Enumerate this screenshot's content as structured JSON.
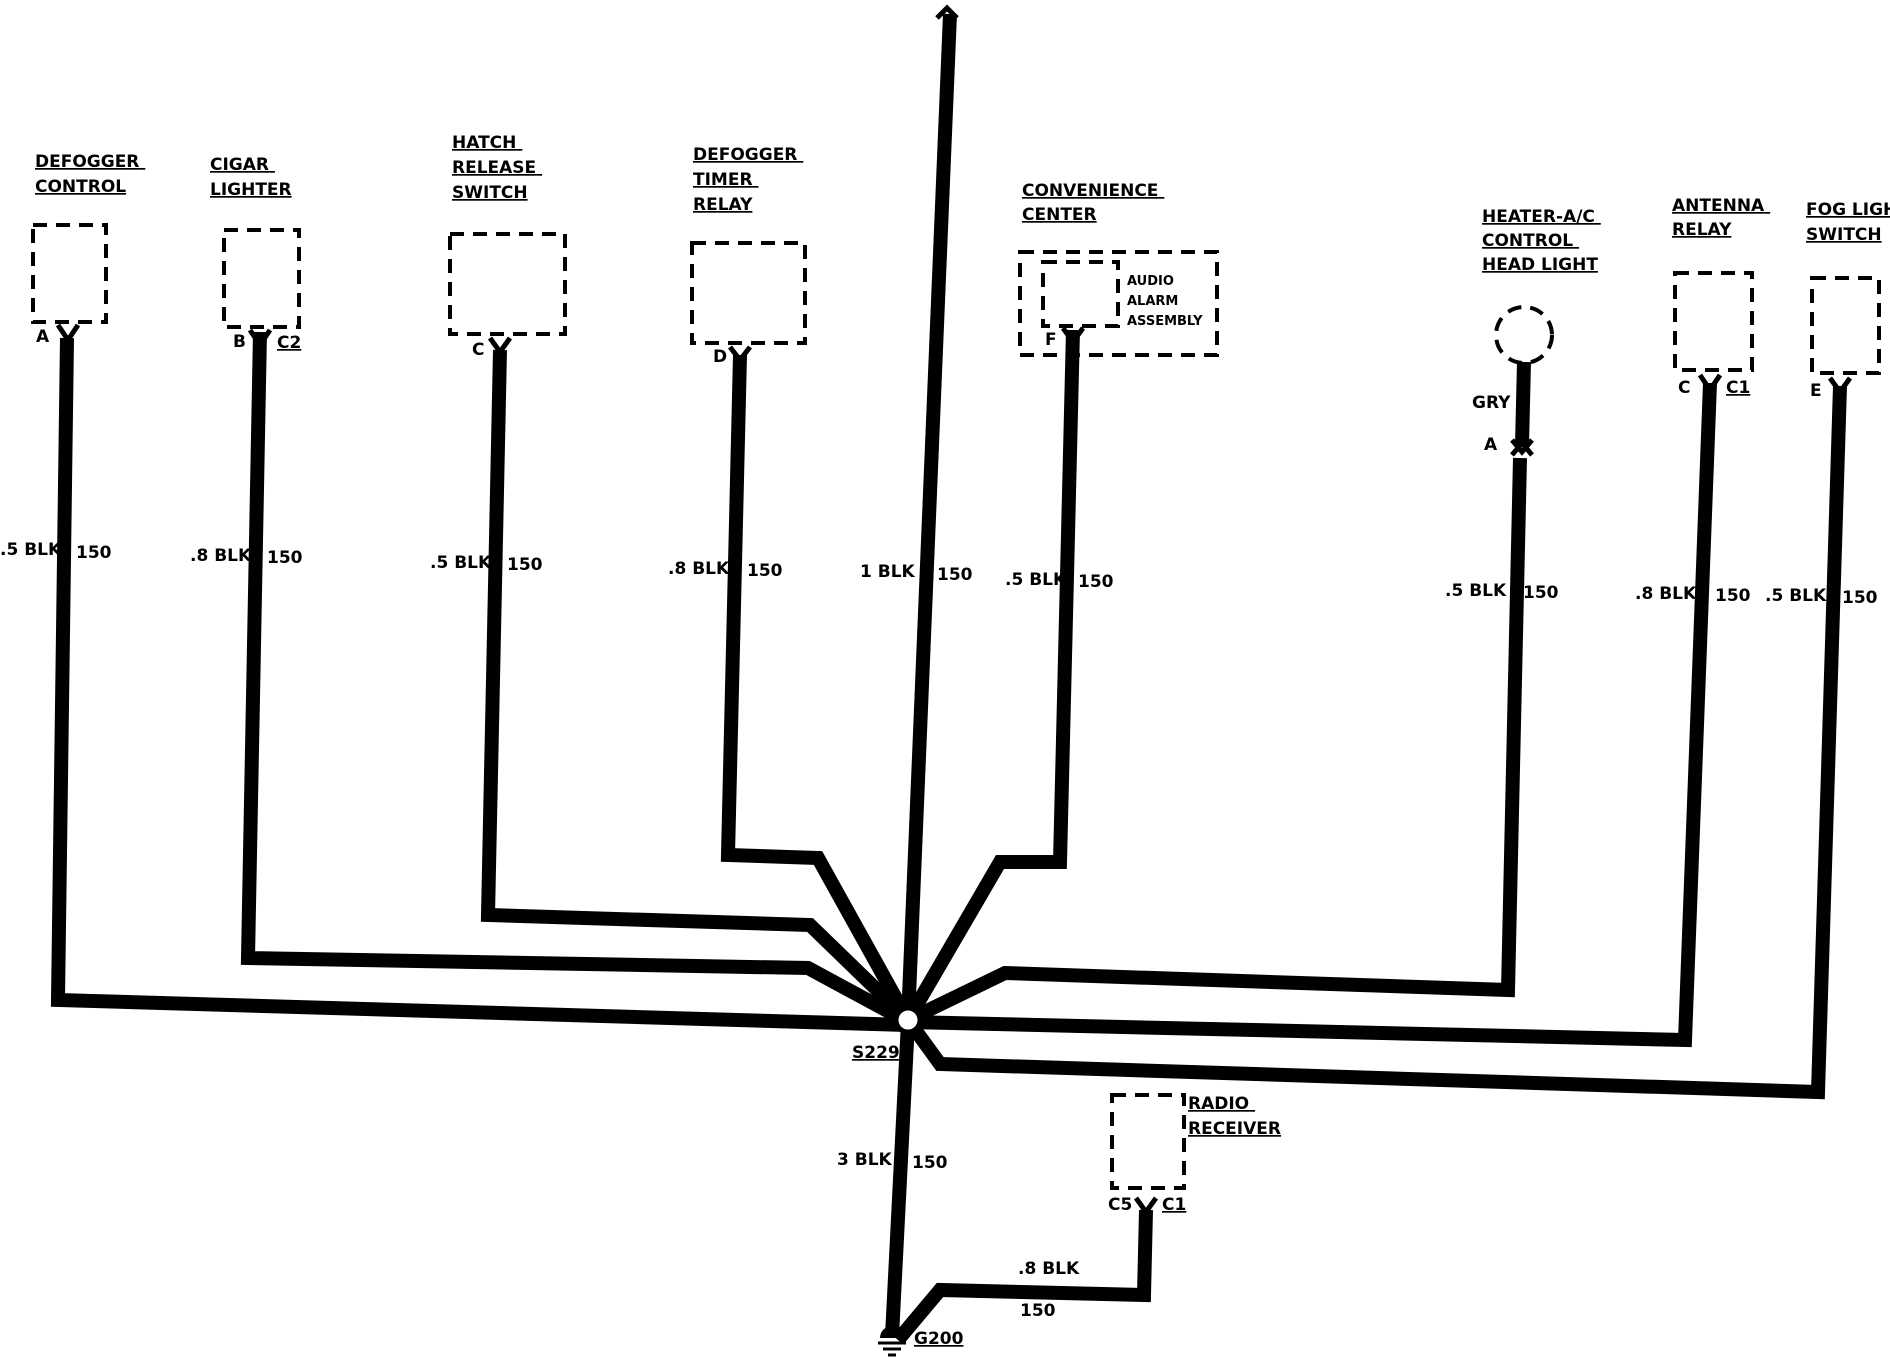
{
  "components": [
    {
      "id": "defogger_control",
      "title": [
        "DEFOGGER",
        "CONTROL"
      ],
      "terminal": "A",
      "connector": "",
      "wire_size": ".5 BLK",
      "circuit": "150"
    },
    {
      "id": "cigar_lighter",
      "title": [
        "CIGAR",
        "LIGHTER"
      ],
      "terminal": "B",
      "connector": "C2",
      "wire_size": ".8 BLK",
      "circuit": "150"
    },
    {
      "id": "hatch_release_switch",
      "title": [
        "HATCH",
        "RELEASE",
        "SWITCH"
      ],
      "terminal": "C",
      "connector": "",
      "wire_size": ".5 BLK",
      "circuit": "150"
    },
    {
      "id": "defogger_timer_relay",
      "title": [
        "DEFOGGER",
        "TIMER",
        "RELAY"
      ],
      "terminal": "D",
      "connector": "",
      "wire_size": ".8 BLK",
      "circuit": "150"
    },
    {
      "id": "convenience_center",
      "title": [
        "CONVENIENCE",
        "CENTER"
      ],
      "sub_title": [
        "AUDIO",
        "ALARM",
        "ASSEMBLY"
      ],
      "terminal": "F",
      "connector": "",
      "wire_size": ".5 BLK",
      "circuit": "150"
    },
    {
      "id": "heater_ac_control_head_light",
      "title": [
        "HEATER-A/C",
        "CONTROL",
        "HEAD LIGHT"
      ],
      "terminal": "A",
      "connector": "",
      "lead_color": "GRY",
      "wire_size": ".5 BLK",
      "circuit": "150"
    },
    {
      "id": "antenna_relay",
      "title": [
        "ANTENNA",
        "RELAY"
      ],
      "terminal": "C",
      "connector": "C1",
      "wire_size": ".8 BLK",
      "circuit": "150"
    },
    {
      "id": "fog_light_switch",
      "title": [
        "FOG LIGHT",
        "SWITCH"
      ],
      "terminal": "E",
      "connector": "",
      "wire_size": ".5 BLK",
      "circuit": "150"
    },
    {
      "id": "radio_receiver",
      "title": [
        "RADIO",
        "RECEIVER"
      ],
      "terminal": "C5",
      "connector": "C1",
      "wire_size": ".8 BLK",
      "circuit": "150"
    }
  ],
  "trunk": {
    "wire_size": "1 BLK",
    "circuit": "150"
  },
  "splice": {
    "label": "S229"
  },
  "ground_lead": {
    "wire_size": "3 BLK",
    "circuit": "150"
  },
  "ground": {
    "label": "G200"
  }
}
